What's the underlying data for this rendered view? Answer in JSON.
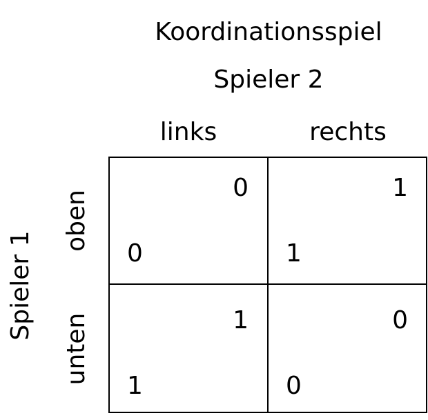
{
  "title": "Koordinationsspiel",
  "player2": "Spieler 2",
  "player1": "Spieler 1",
  "columns": [
    "links",
    "rechts"
  ],
  "rows": [
    "oben",
    "unten"
  ],
  "payoffs": [
    [
      {
        "p1": "0",
        "p2": "0"
      },
      {
        "p1": "1",
        "p2": "1"
      }
    ],
    [
      {
        "p1": "1",
        "p2": "1"
      },
      {
        "p1": "0",
        "p2": "0"
      }
    ]
  ]
}
